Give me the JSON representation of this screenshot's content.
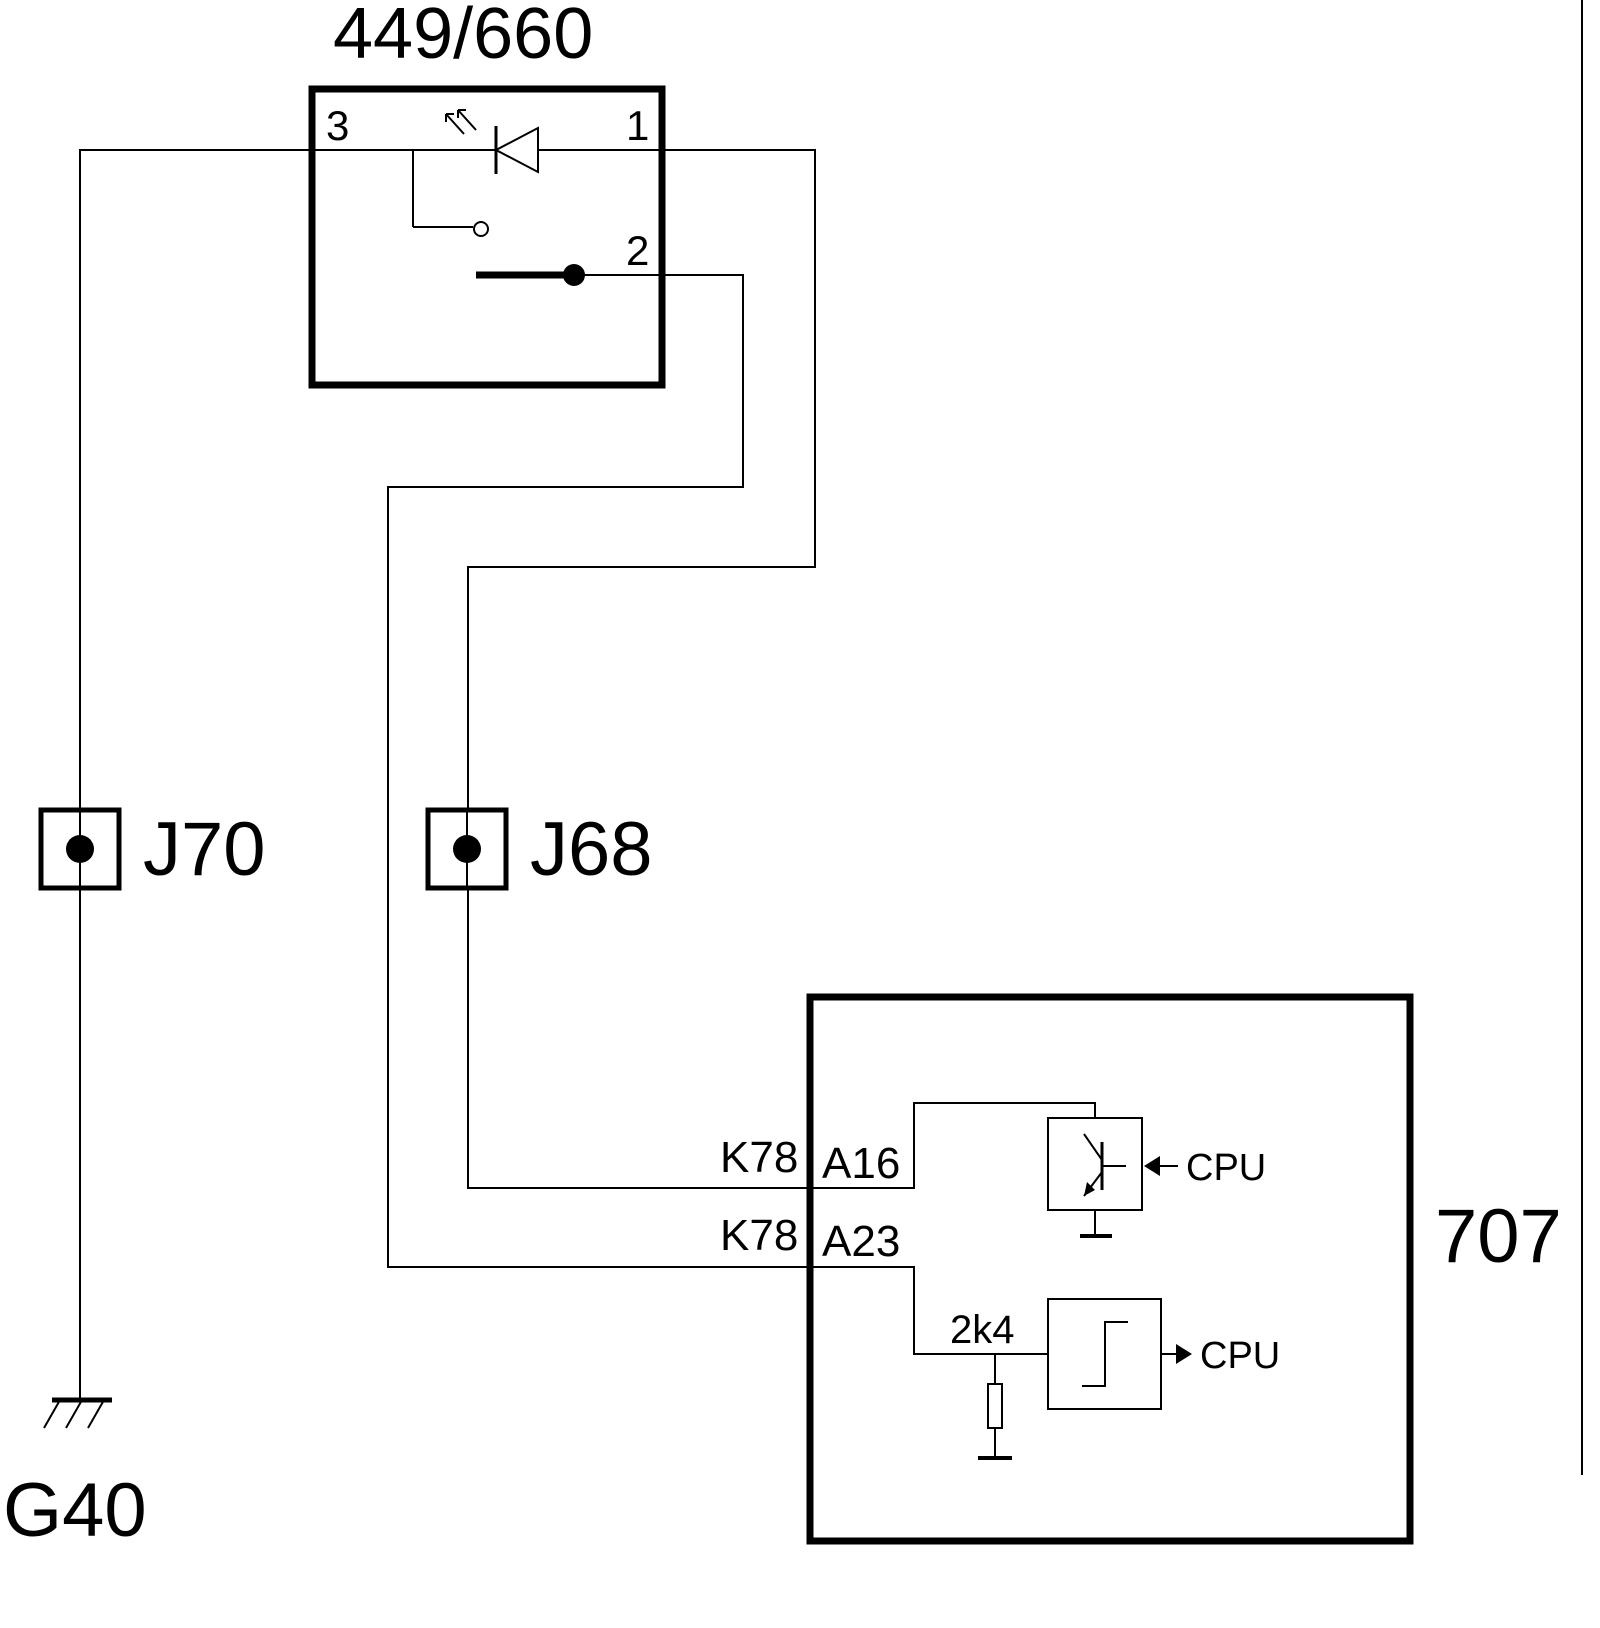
{
  "switch_module": {
    "title": "449/660",
    "pin_3": "3",
    "pin_1": "1",
    "pin_2": "2"
  },
  "connectors": {
    "j70": "J70",
    "j68": "J68"
  },
  "ground": {
    "label": "G40"
  },
  "control_unit": {
    "label": "707",
    "pin_a16_connector": "K78",
    "pin_a16": "A16",
    "pin_a23_connector": "K78",
    "pin_a23": "A23",
    "resistor_value": "2k4",
    "output_cpu": "CPU",
    "input_cpu": "CPU"
  }
}
